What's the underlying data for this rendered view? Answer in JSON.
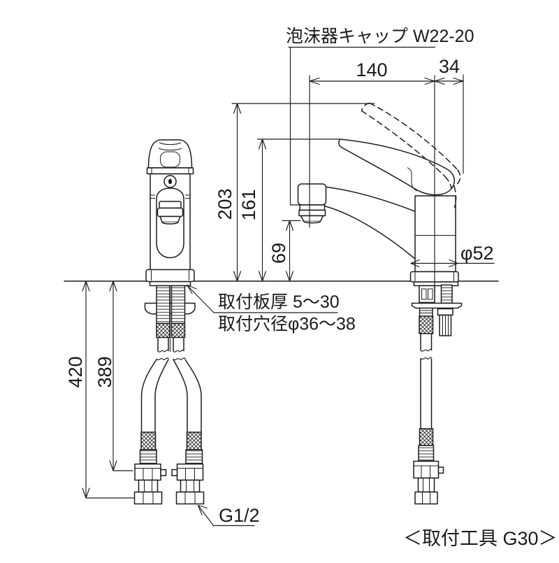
{
  "title_label": "泡沫器キャップ W22-20",
  "dimensions": {
    "spout_reach": "140",
    "handle_offset": "34",
    "height_total": "203",
    "height_spout": "161",
    "height_outlet": "69",
    "body_diameter": "φ52",
    "hose_length_total": "420",
    "hose_length_to_nut": "389"
  },
  "annotations": {
    "plate_thickness": "取付板厚 5〜30",
    "hole_diameter": "取付穴径φ36〜38",
    "thread_size": "G1/2",
    "tool_note": "＜取付工具 G30＞"
  },
  "colors": {
    "line": "#1c1c1c",
    "background": "#ffffff"
  }
}
